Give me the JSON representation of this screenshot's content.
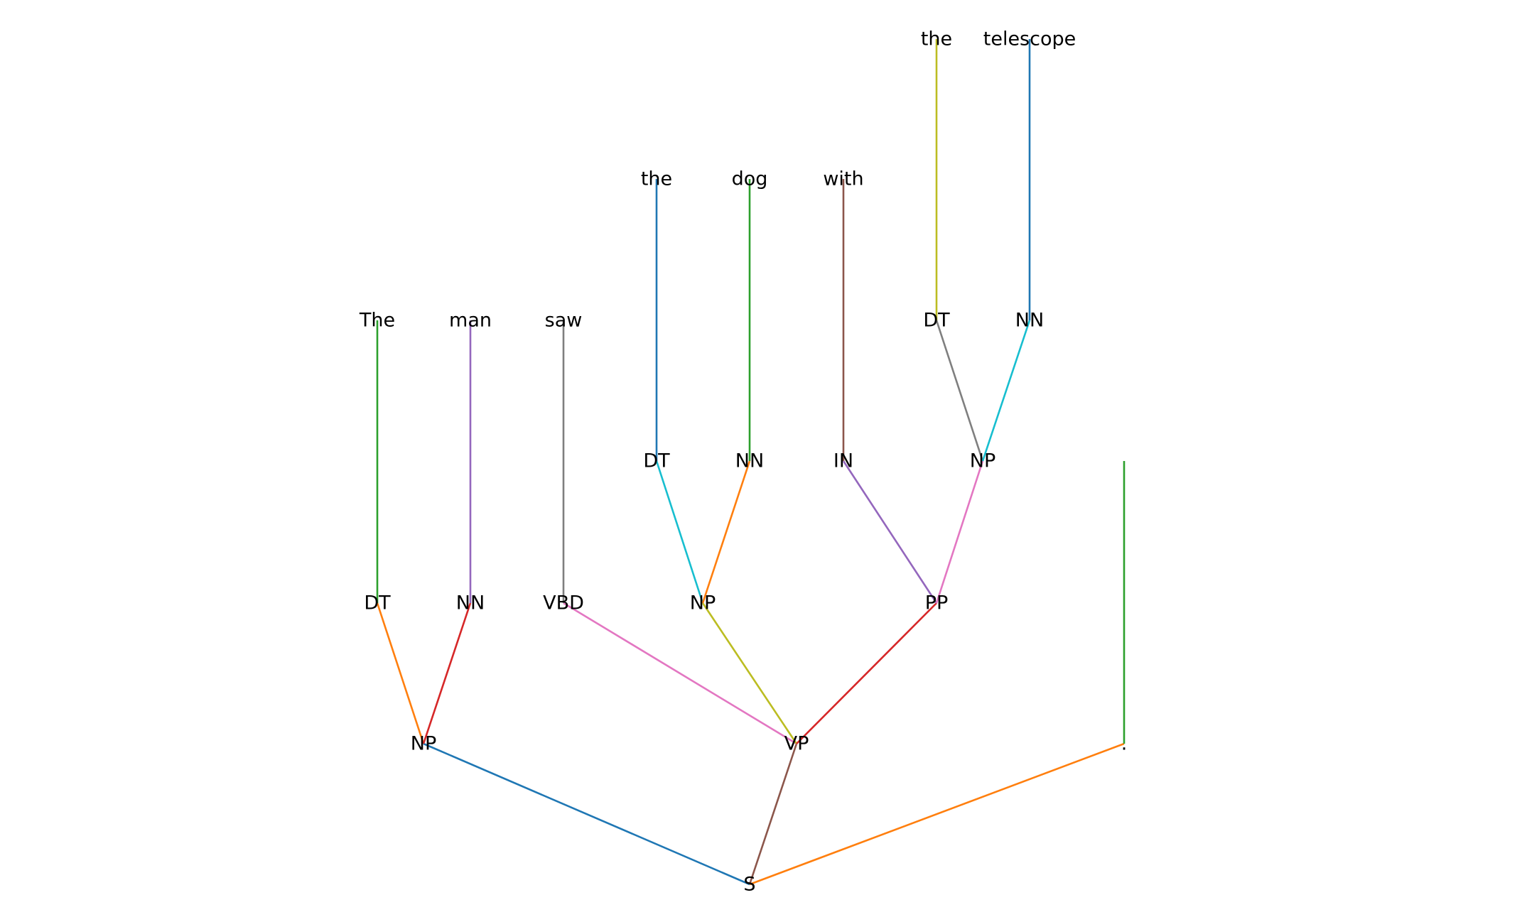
{
  "tree": {
    "nodes": [
      {
        "id": "n0",
        "label": "S"
      },
      {
        "id": "n1",
        "label": "NP"
      },
      {
        "id": "n2",
        "label": "VP"
      },
      {
        "id": "n3",
        "label": "."
      },
      {
        "id": "n4",
        "label": "DT"
      },
      {
        "id": "n5",
        "label": "NN"
      },
      {
        "id": "n6",
        "label": "VBD"
      },
      {
        "id": "n7",
        "label": "NP"
      },
      {
        "id": "n8",
        "label": "PP"
      },
      {
        "id": "n9",
        "label": "The"
      },
      {
        "id": "n10",
        "label": "man"
      },
      {
        "id": "n11",
        "label": "saw"
      },
      {
        "id": "n12",
        "label": "DT"
      },
      {
        "id": "n13",
        "label": "NN"
      },
      {
        "id": "n14",
        "label": "IN"
      },
      {
        "id": "n15",
        "label": "NP"
      },
      {
        "id": "n16",
        "label": "the"
      },
      {
        "id": "n17",
        "label": "dog"
      },
      {
        "id": "n18",
        "label": "with"
      },
      {
        "id": "n19",
        "label": "DT"
      },
      {
        "id": "n20",
        "label": "NN"
      },
      {
        "id": "n21",
        "label": "the"
      },
      {
        "id": "n22",
        "label": "telescope"
      }
    ],
    "edges": [
      {
        "from": "n0",
        "to": "n1",
        "color": "#1f77b4"
      },
      {
        "from": "n0",
        "to": "n2",
        "color": "#8c564b"
      },
      {
        "from": "n0",
        "to": "n3",
        "color": "#ff7f0e"
      },
      {
        "from": "n1",
        "to": "n4",
        "color": "#ff7f0e"
      },
      {
        "from": "n1",
        "to": "n5",
        "color": "#d62728"
      },
      {
        "from": "n2",
        "to": "n6",
        "color": "#e377c2"
      },
      {
        "from": "n2",
        "to": "n7",
        "color": "#bcbd22"
      },
      {
        "from": "n2",
        "to": "n8",
        "color": "#d62728"
      },
      {
        "from": "n4",
        "to": "n9",
        "color": "#2ca02c"
      },
      {
        "from": "n5",
        "to": "n10",
        "color": "#9467bd"
      },
      {
        "from": "n6",
        "to": "n11",
        "color": "#7f7f7f"
      },
      {
        "from": "n7",
        "to": "n12",
        "color": "#17becf"
      },
      {
        "from": "n7",
        "to": "n13",
        "color": "#ff7f0e"
      },
      {
        "from": "n8",
        "to": "n14",
        "color": "#9467bd"
      },
      {
        "from": "n8",
        "to": "n15",
        "color": "#e377c2"
      },
      {
        "from": "n12",
        "to": "n16",
        "color": "#1f77b4"
      },
      {
        "from": "n13",
        "to": "n17",
        "color": "#2ca02c"
      },
      {
        "from": "n14",
        "to": "n18",
        "color": "#8c564b"
      },
      {
        "from": "n15",
        "to": "n19",
        "color": "#7f7f7f"
      },
      {
        "from": "n15",
        "to": "n20",
        "color": "#17becf"
      },
      {
        "from": "n19",
        "to": "n21",
        "color": "#bcbd22"
      },
      {
        "from": "n20",
        "to": "n22",
        "color": "#1f77b4"
      },
      {
        "from": "n3",
        "to": null,
        "color": "#2ca02c"
      }
    ]
  }
}
